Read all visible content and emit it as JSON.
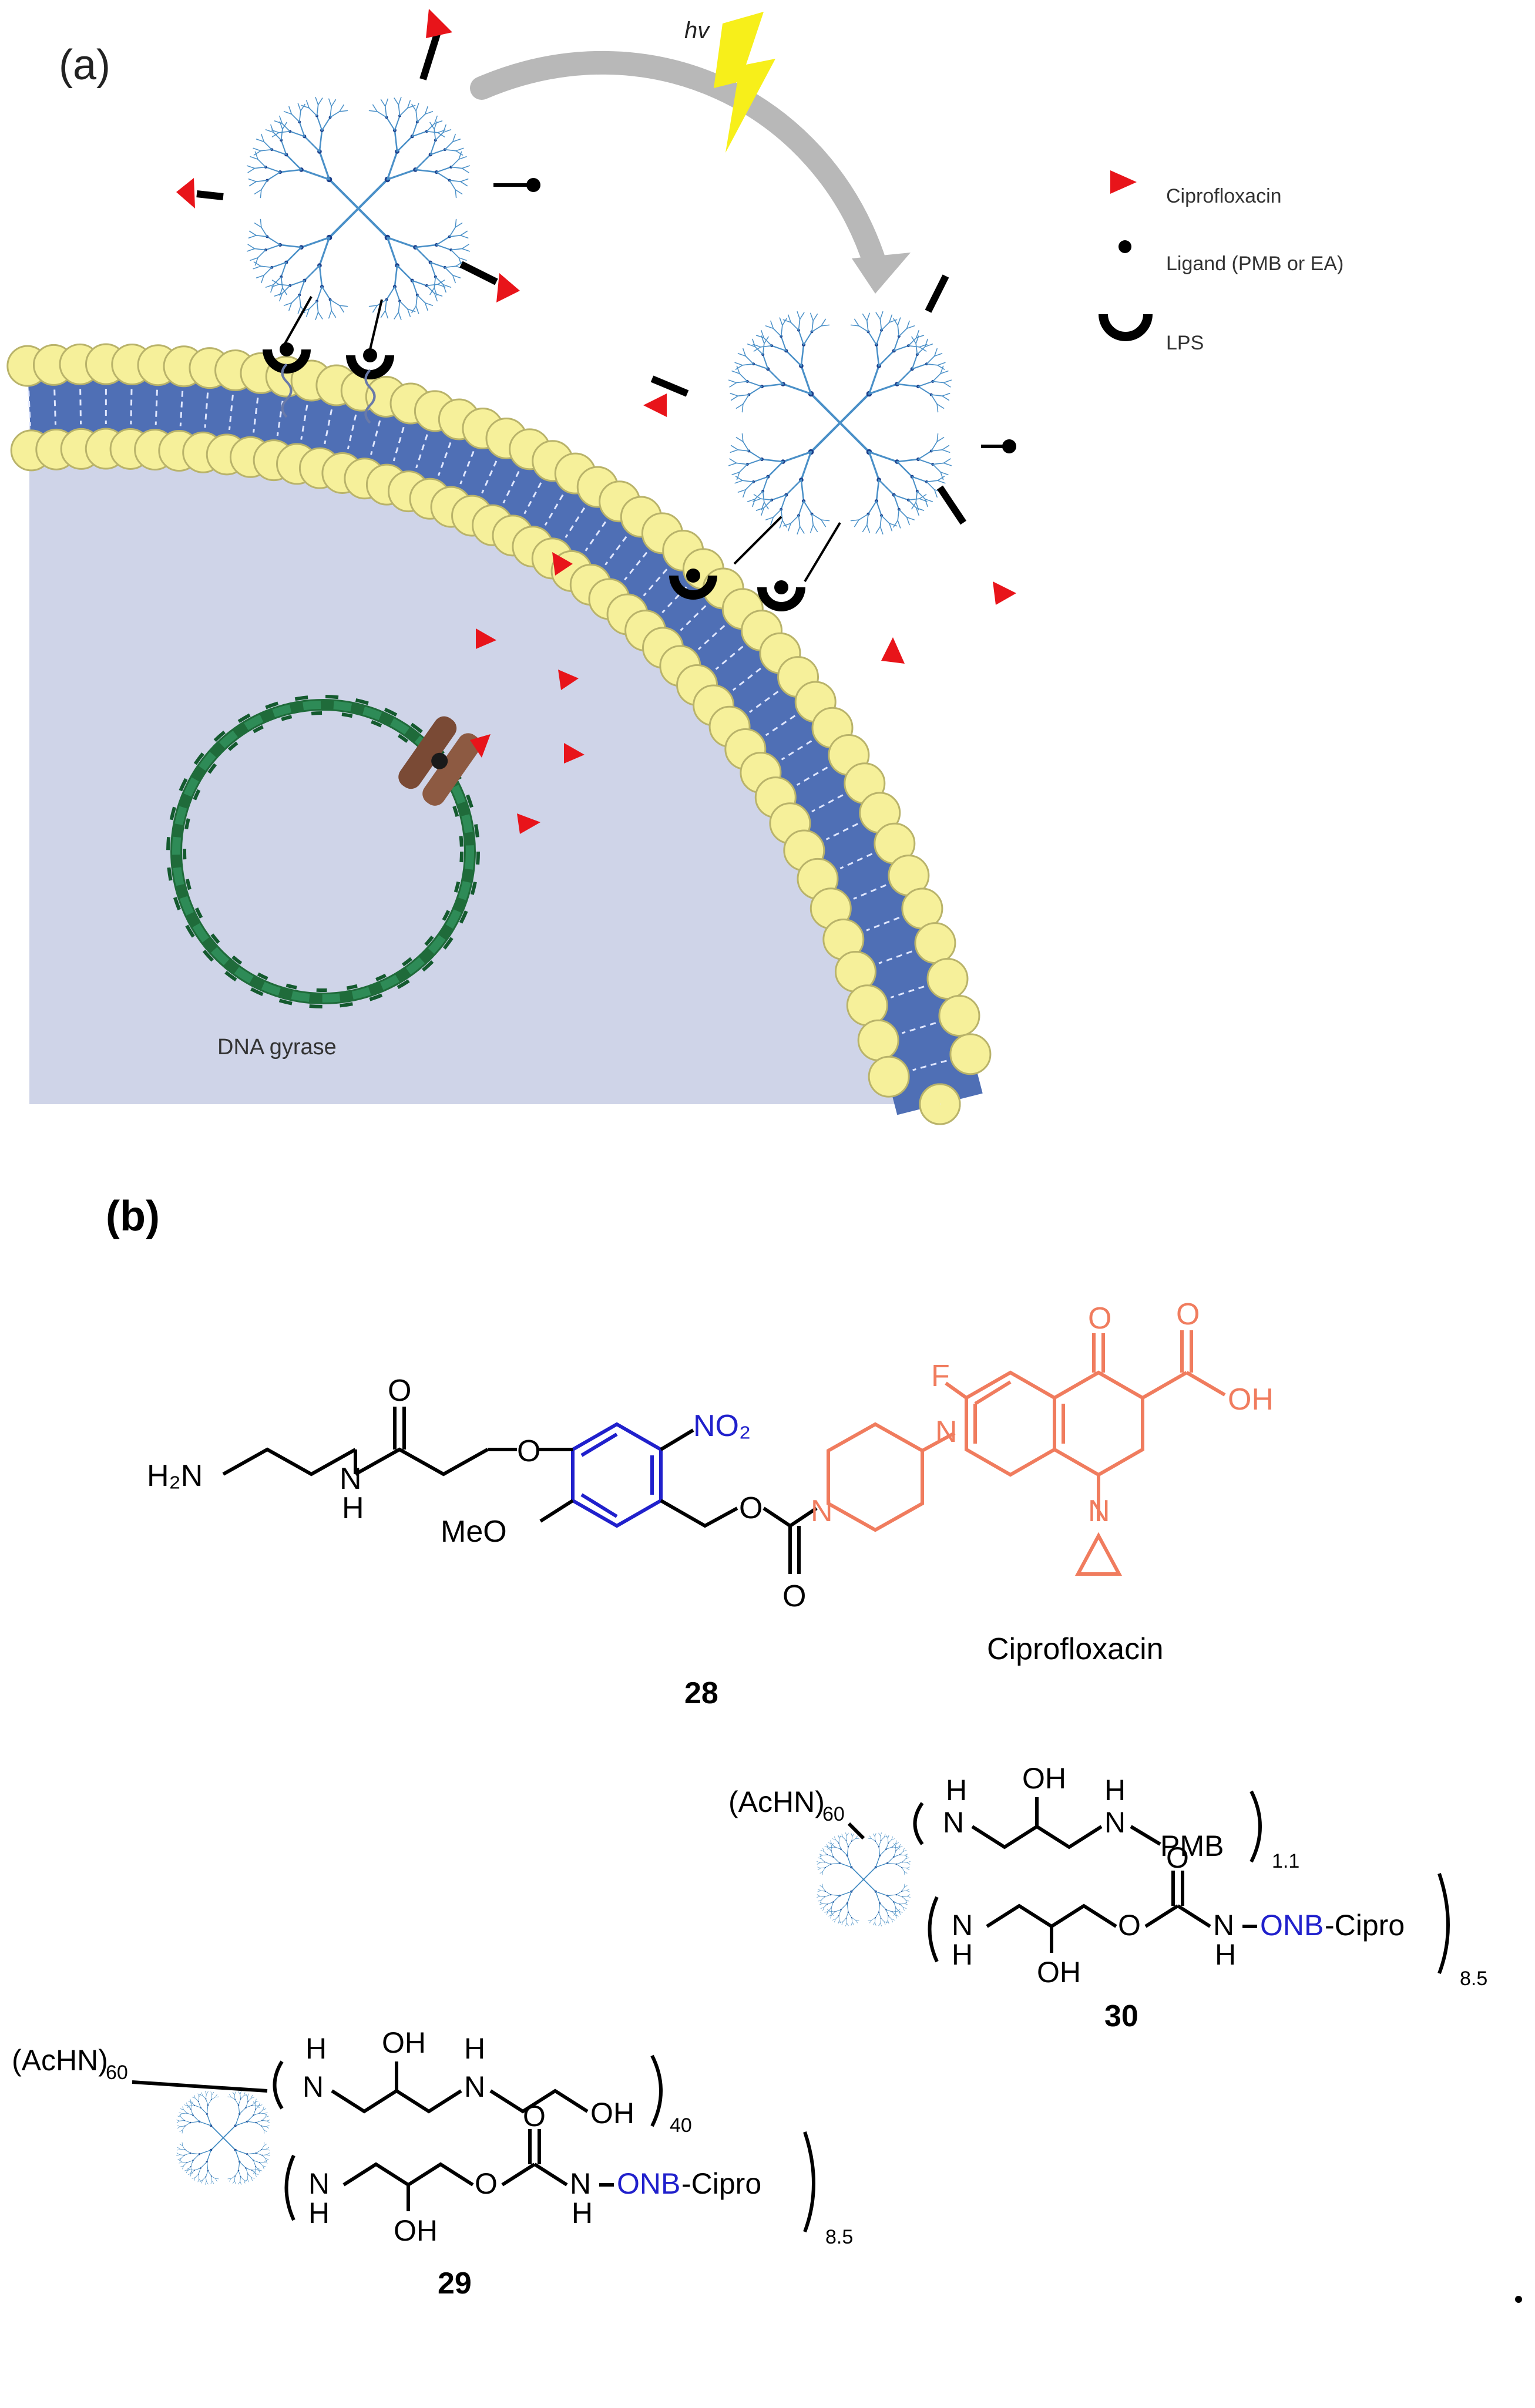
{
  "panel_a": {
    "label": "(a)",
    "hv": "hv",
    "legend": [
      {
        "label": "Ciprofloxacin",
        "icon": "red-triangle-icon"
      },
      {
        "label": "Ligand (PMB or EA)",
        "icon": "black-dot-icon"
      },
      {
        "label": "LPS",
        "icon": "lps-arc-icon"
      }
    ],
    "dna_label": "DNA gyrase"
  },
  "panel_b": {
    "label": "(b)",
    "c28": {
      "h2n": "H₂N",
      "nh_n": "N",
      "nh_h": "H",
      "o_amide": "O",
      "o_ether": "O",
      "meo": "MeO",
      "no2": "NO₂",
      "o_ester": "O",
      "o_carb": "O",
      "n_pip1": "N",
      "n_pip2": "N",
      "f": "F",
      "o_keto": "O",
      "o_acid": "O",
      "oh": "OH",
      "n_quin": "N",
      "cipro_caption": "Ciprofloxacin",
      "number": "28"
    },
    "c30": {
      "achn": "(AcHN)",
      "achn_sub": "60",
      "r1_h1": "H",
      "r1_n1": "N",
      "r1_oh": "OH",
      "r1_h2": "H",
      "r1_n2": "N",
      "r1_pmb": "PMB",
      "r1_sub": "1.1",
      "r2_n": "N",
      "r2_h": "H",
      "r2_oh": "OH",
      "r2_o": "O",
      "r2_oc": "O",
      "r2_n2": "N",
      "r2_h2": "H",
      "r2_onb": "ONB",
      "r2_cipro": "-Cipro",
      "r2_sub": "8.5",
      "number": "30"
    },
    "c29": {
      "achn": "(AcHN)",
      "achn_sub": "60",
      "r1_h1": "H",
      "r1_n1": "N",
      "r1_oh": "OH",
      "r1_h2": "H",
      "r1_n2": "N",
      "r1_oh2": "OH",
      "r1_sub": "40",
      "r2_n": "N",
      "r2_h": "H",
      "r2_oh": "OH",
      "r2_o": "O",
      "r2_oc": "O",
      "r2_n2": "N",
      "r2_h2": "H",
      "r2_onb": "ONB",
      "r2_cipro": "-Cipro",
      "r2_sub": "8.5",
      "number": "29"
    }
  }
}
